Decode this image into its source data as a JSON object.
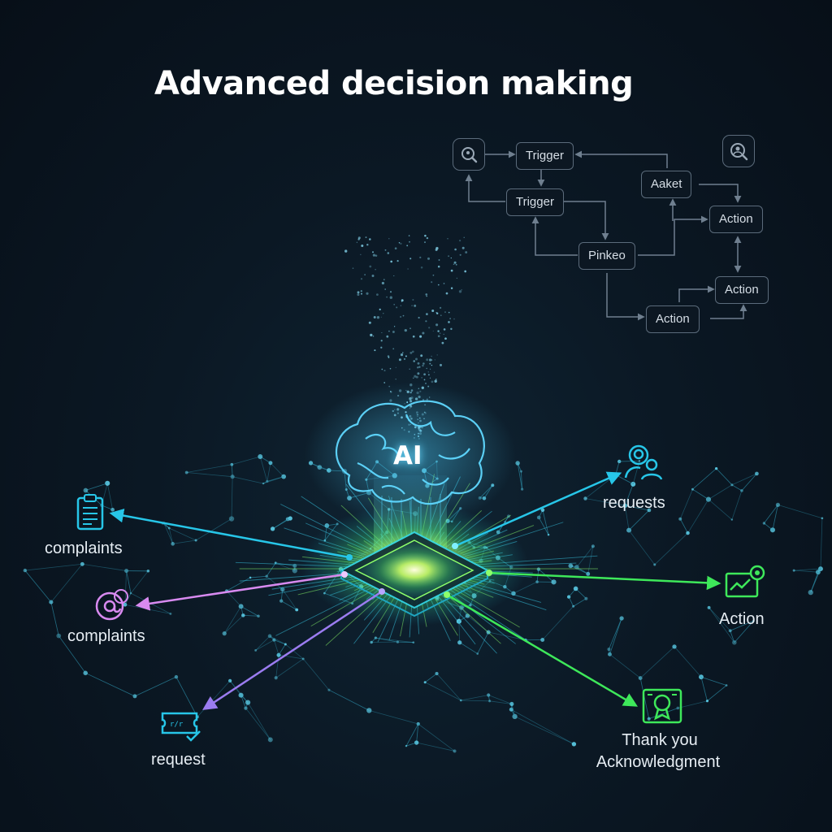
{
  "title": "Advanced decision making",
  "center": {
    "label": "AI"
  },
  "flowchart": {
    "nodes": [
      {
        "id": "trigger-1",
        "label": "Trigger"
      },
      {
        "id": "trigger-2",
        "label": "Trigger"
      },
      {
        "id": "aaket",
        "label": "Aaket"
      },
      {
        "id": "action-1",
        "label": "Action"
      },
      {
        "id": "pinkeo",
        "label": "Pinkeo"
      },
      {
        "id": "action-2",
        "label": "Action"
      },
      {
        "id": "action-3",
        "label": "Action"
      }
    ],
    "icons": [
      "search-icon",
      "person-search-icon"
    ]
  },
  "outputs": [
    {
      "id": "complaints-1",
      "label": "complaints",
      "icon": "clipboard-icon",
      "color": "#27c6e8"
    },
    {
      "id": "complaints-2",
      "label": "complaints",
      "icon": "at-sign-icon",
      "color": "#d88af0"
    },
    {
      "id": "request",
      "label": "request",
      "icon": "ticket-icon",
      "color": "#27c6e8"
    },
    {
      "id": "requests",
      "label": "requests",
      "icon": "people-icon",
      "color": "#27c6e8"
    },
    {
      "id": "action",
      "label": "Action",
      "icon": "chart-settings-icon",
      "color": "#3ee85a"
    },
    {
      "id": "thank-you",
      "label": "Thank you",
      "label2": "Acknowledgment",
      "icon": "award-icon",
      "color": "#3ee85a"
    }
  ],
  "colors": {
    "background": "#0b1824",
    "network": "#2c8ea8",
    "chip_glow": "#b6ff5a",
    "brain": "#4fd2ff",
    "flow_border": "#5b6b7b"
  }
}
